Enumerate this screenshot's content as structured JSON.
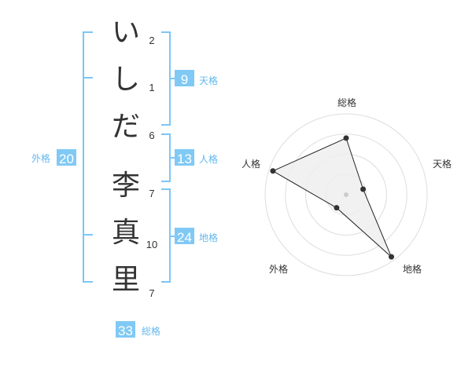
{
  "name_chars": [
    {
      "char": "い",
      "strokes": "2"
    },
    {
      "char": "し",
      "strokes": "1"
    },
    {
      "char": "だ",
      "strokes": "6"
    },
    {
      "char": "李",
      "strokes": "7"
    },
    {
      "char": "真",
      "strokes": "10"
    },
    {
      "char": "里",
      "strokes": "7"
    }
  ],
  "kaku": {
    "tenkaku": {
      "value": "9",
      "label": "天格"
    },
    "jinkaku": {
      "value": "13",
      "label": "人格"
    },
    "chikaku": {
      "value": "24",
      "label": "地格"
    },
    "gaikaku": {
      "value": "20",
      "label": "外格"
    },
    "soukaku": {
      "value": "33",
      "label": "総格"
    }
  },
  "chart_data": {
    "type": "radar",
    "axes": [
      "総格",
      "天格",
      "地格",
      "外格",
      "人格"
    ],
    "values": [
      0.7,
      0.22,
      0.95,
      0.2,
      0.95
    ],
    "max": 1,
    "rings": 4,
    "colors": {
      "fill": "#efefef",
      "stroke": "#222222",
      "grid": "#dddddd",
      "point": "#333333",
      "center": "#cccccc"
    }
  }
}
